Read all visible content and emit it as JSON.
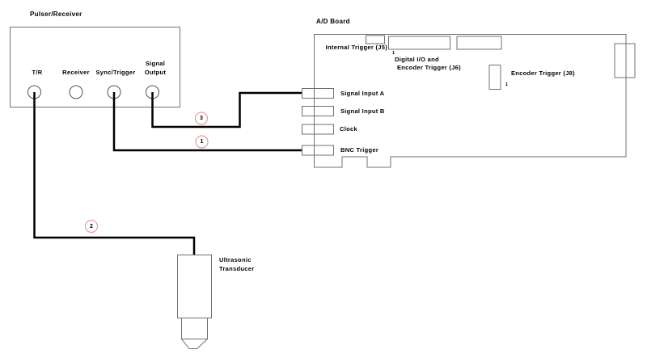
{
  "pulser": {
    "title": "Pulser/Receiver",
    "ports": [
      {
        "label": "T/R"
      },
      {
        "label": "Receiver"
      },
      {
        "label": "Sync/Trigger"
      },
      {
        "label": "Signal Output"
      }
    ]
  },
  "ad_board": {
    "title": "A/D Board",
    "connectors": {
      "internal_trigger": "Internal Trigger (J5)",
      "digital_io_sup": "1",
      "digital_io_line1": "Digital I/O and",
      "digital_io_line2": "Encoder Trigger (J6)",
      "encoder_trigger": "Encoder Trigger (J8)",
      "encoder_trigger_sup": "1"
    },
    "ports": [
      {
        "label": "Signal Input A"
      },
      {
        "label": "Signal Input B"
      },
      {
        "label": "Clock"
      },
      {
        "label": "BNC Trigger"
      }
    ]
  },
  "transducer": {
    "label": "Ultrasonic Transducer"
  },
  "cables": [
    {
      "number": "1",
      "from": "Sync/Trigger",
      "to": "BNC Trigger"
    },
    {
      "number": "2",
      "from": "T/R",
      "to": "Ultrasonic Transducer"
    },
    {
      "number": "3",
      "from": "Signal Output",
      "to": "Signal Input A"
    }
  ],
  "colors": {
    "wire": "#000000",
    "outline": "#707070",
    "marker_ring": "#e89c9c"
  }
}
